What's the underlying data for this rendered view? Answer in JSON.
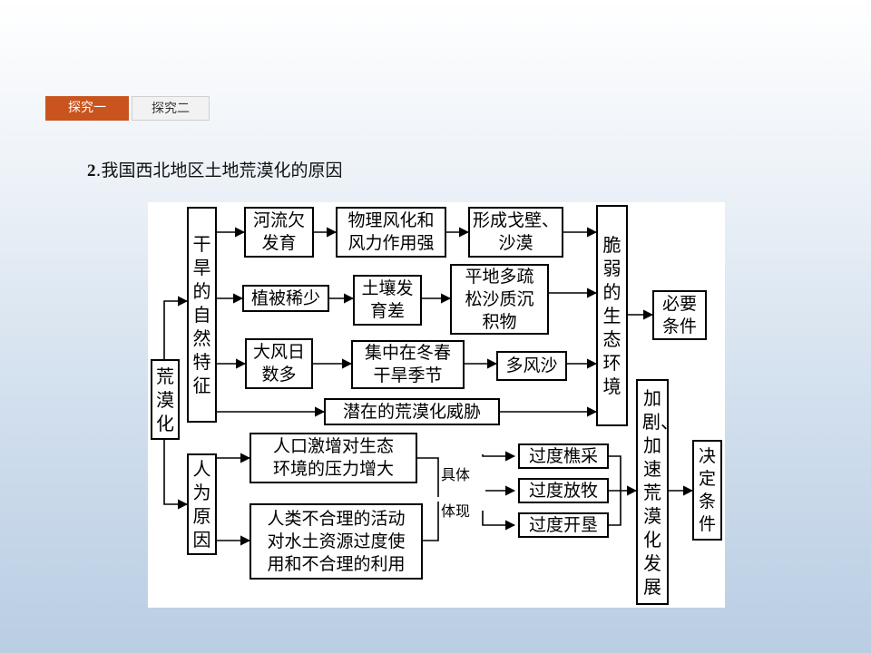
{
  "tabs": [
    {
      "label": "探究一",
      "active": true
    },
    {
      "label": "探究二",
      "active": false
    }
  ],
  "heading": {
    "number": "2",
    "text": ".我国西北地区土地荒漠化的原因"
  },
  "diagram": {
    "n_root": "荒漠化",
    "n_natural": "干旱的自然特征",
    "n_human": "人为原因",
    "n_river": "河流欠\n发育",
    "n_weather": "物理风化和\n风力作用强",
    "n_gobi": "形成戈壁、\n沙漠",
    "n_veg": "植被稀少",
    "n_soil": "土壤发\n育差",
    "n_sand": "平地多疏\n松沙质沉\n积物",
    "n_wind": "大风日\n数多",
    "n_season": "集中在冬春\n干旱季节",
    "n_dust": "多风沙",
    "n_threat": "潜在的荒漠化威胁",
    "n_fragile": "脆弱的生态环境",
    "n_necessary": "必要\n条件",
    "n_pop": "人口激增对生态\n环境的压力增大",
    "n_misuse": "人类不合理的活动\n对水土资源过度使\n用和不合理的利用",
    "lbl_specific1": "具体",
    "lbl_specific2": "体现",
    "n_wood": "过度樵采",
    "n_graze": "过度放牧",
    "n_reclaim": "过度开垦",
    "n_accel": "加剧、加速荒漠化发展",
    "n_decisive": "决定\n条件"
  }
}
